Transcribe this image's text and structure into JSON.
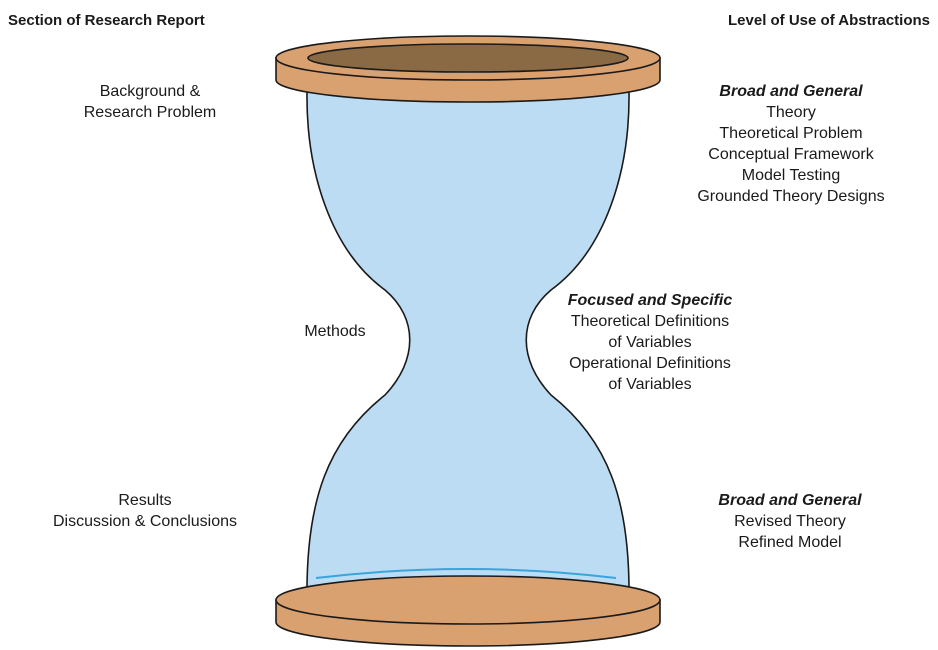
{
  "headers": {
    "left": "Section of Research Report",
    "right": "Level of Use of Abstractions"
  },
  "sections": {
    "top": [
      "Background &",
      "Research Problem"
    ],
    "middle": [
      "Methods"
    ],
    "bottom": [
      "Results",
      "Discussion & Conclusions"
    ]
  },
  "abstractions": {
    "top": {
      "heading": "Broad and General",
      "lines": [
        "Theory",
        "Theoretical Problem",
        "Conceptual Framework",
        "Model Testing",
        "Grounded Theory Designs"
      ]
    },
    "middle": {
      "heading": "Focused and Specific",
      "lines": [
        "Theoretical Definitions",
        "of Variables",
        "Operational Definitions",
        "of Variables"
      ]
    },
    "bottom": {
      "heading": "Broad and General",
      "lines": [
        "Revised Theory",
        "Refined Model"
      ]
    }
  },
  "colors": {
    "glass_fill": "#bcdcf3",
    "sand_line": "#3aa4dc",
    "wood_fill": "#d9a070",
    "wood_inner": "#8a6a45",
    "outline": "#1a1a1a"
  }
}
